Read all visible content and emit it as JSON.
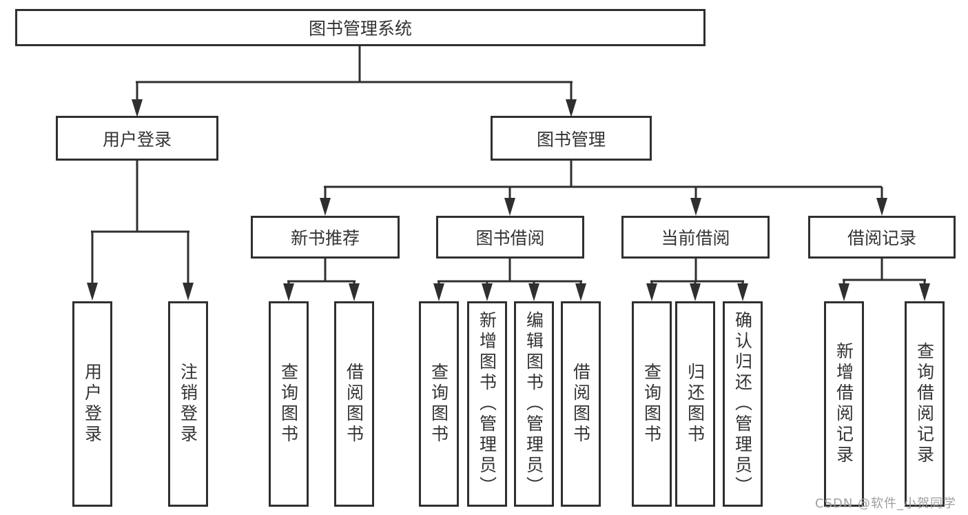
{
  "tree": {
    "root": "图书管理系统",
    "branches": [
      {
        "label": "用户登录",
        "children": [
          "用户登录",
          "注销登录"
        ]
      },
      {
        "label": "图书管理",
        "groups": [
          {
            "label": "新书推荐",
            "children": [
              "查询图书",
              "借阅图书"
            ]
          },
          {
            "label": "图书借阅",
            "children": [
              "查询图书",
              "新增图书（管理员）",
              "编辑图书（管理员）",
              "借阅图书"
            ]
          },
          {
            "label": "当前借阅",
            "children": [
              "查询图书",
              "归还图书",
              "确认归还（管理员）"
            ]
          },
          {
            "label": "借阅记录",
            "children": [
              "新增借阅记录",
              "查询借阅记录"
            ]
          }
        ]
      }
    ]
  },
  "watermark": "CSDN @软件_小贺同学",
  "colors": {
    "line": "#2f2f2f",
    "text": "#333333",
    "watermark": "#9e9e9e",
    "background": "#ffffff"
  }
}
